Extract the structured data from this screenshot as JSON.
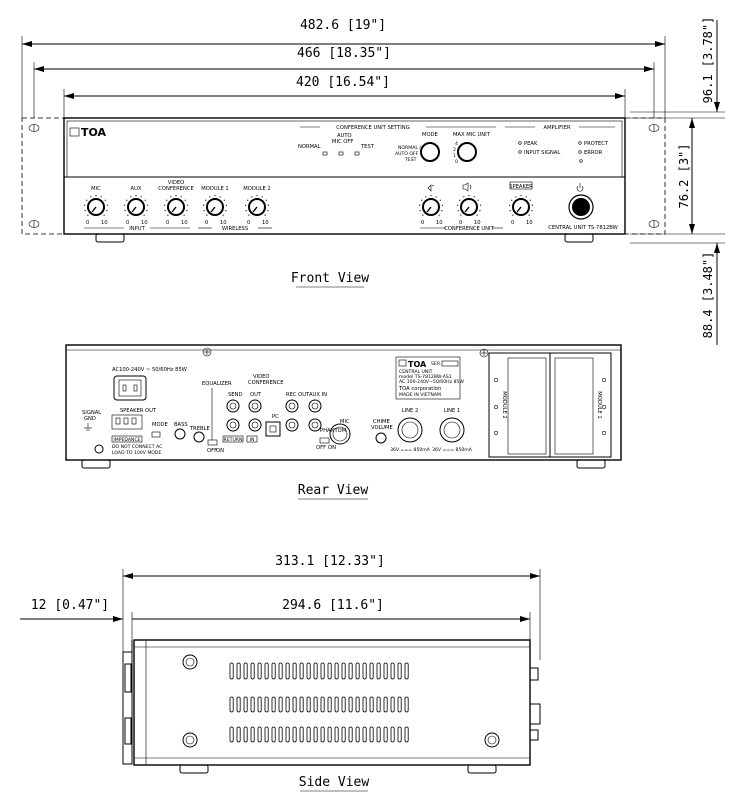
{
  "dimensions": {
    "front_top": "482.6 [19\"]",
    "front_mid": "466 [18.35\"]",
    "front_low": "420 [16.54\"]",
    "height_total": "96.1 [3.78\"]",
    "height_panel": "76.2 [3\"]",
    "height_body": "88.4 [3.48\"]",
    "side_depth": "313.1 [12.33\"]",
    "side_body": "294.6 [11.6\"]",
    "side_front": "12 [0.47\"]"
  },
  "views": {
    "front": "Front View",
    "rear": "Rear View",
    "side": "Side View"
  },
  "front_panel": {
    "brand": "TOA",
    "conf_setting": "CONFERENCE UNIT SETTING",
    "normal": "NORMAL",
    "auto_mic_off_1": "AUTO",
    "auto_mic_off_2": "MIC OFF",
    "test": "TEST",
    "mode": "MODE",
    "mode_opt1": "NORMAL /",
    "mode_opt2": "AUTO OFF",
    "mode_opt3": "TEST",
    "max_mic": "MAX MIC UNIT",
    "amplifier": "AMPLIFIER",
    "peak": "PEAK",
    "input_signal": "INPUT SIGNAL",
    "protect": "PROTECT",
    "error": "ERROR",
    "mic": "MIC",
    "aux": "AUX",
    "video_conf_1": "VIDEO",
    "video_conf_2": "CONFERENCE",
    "module1": "MODULE 1",
    "module2": "MODULE 2",
    "input": "INPUT",
    "wireless": "WIRELESS",
    "speaker": "SPEAKER",
    "conference_unit": "CONFERENCE UNIT",
    "model": "CENTRAL UNIT TS-7812BW",
    "scale_zero": "0",
    "scale_ten": "10"
  },
  "rear_panel": {
    "ac": "AC100-240V ~ 50/60Hz 85W",
    "signal_gnd_1": "SIGNAL",
    "signal_gnd_2": "GND",
    "speaker_out": "SPEAKER OUT",
    "impedance": "IMPEDANCE",
    "warn1": "DO NOT CONNECT AC",
    "warn2": "LOAD TO 100V MODE",
    "mode": "MODE",
    "bass": "BASS",
    "treble": "TREBLE",
    "equalizer": "EQUALIZER",
    "video_conf_1": "VIDEO",
    "video_conf_2": "CONFERENCE",
    "send": "SEND",
    "out": "OUT",
    "return": "RETURN",
    "in": "IN",
    "pc": "PC",
    "rec_out": "REC OUT",
    "aux_in": "AUX IN",
    "mic": "MIC",
    "phantom": "PHANTOM",
    "off": "OFF",
    "on": "ON",
    "chime_1": "CHIME",
    "chime_2": "VOLUME",
    "line2": "LINE 2",
    "line1": "LINE 1",
    "line_spec": "36V === 850mA",
    "brand": "TOA",
    "label_sn": "SER.",
    "label_1": "CENTRAL UNIT",
    "label_2": "model TS-7812BW-AS1",
    "label_3": "AC 100-240V~50/60Hz 85W",
    "label_4": "TOA corporation",
    "label_5": "MADE IN VIETNAM",
    "module1": "MODULE 1",
    "module2": "MODULE 2"
  }
}
